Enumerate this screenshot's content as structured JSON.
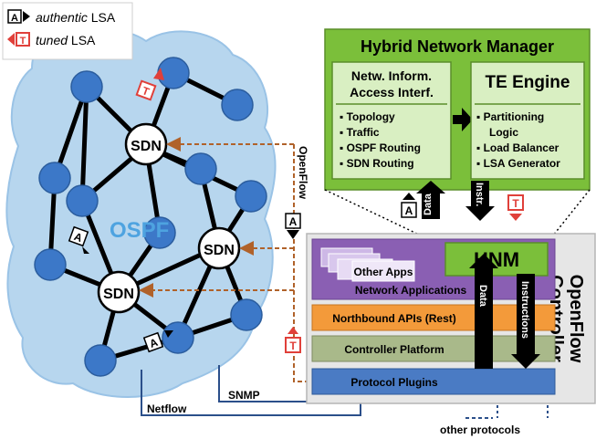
{
  "legend": {
    "authentic_badge": "A",
    "authentic_italic": "authentic",
    "authentic_rest": " LSA",
    "tuned_badge": "T",
    "tuned_italic": "tuned",
    "tuned_rest": " LSA"
  },
  "ospf_label": "OSPF",
  "sdn_node_label": "SDN",
  "hnm_box": {
    "title": "Hybrid Network Manager",
    "niai_title_line1": "Netw. Inform.",
    "niai_title_line2": "Access Interf.",
    "niai_items": [
      "Topology",
      "Traffic",
      "OSPF Routing",
      "SDN Routing"
    ],
    "te_title": "TE Engine",
    "te_items": [
      "Partitioning",
      "Logic",
      "Load Balancer",
      "LSA Generator"
    ]
  },
  "links": {
    "openflow": "OpenFlow",
    "data_up": "Data",
    "instr_down": "Instr.",
    "netflow": "Netflow",
    "snmp": "SNMP",
    "other_protocols": "other protocols"
  },
  "controller": {
    "title_line1": "OpenFlow",
    "title_line2": "Controller",
    "other_apps": "Other Apps",
    "hnm": "HNM",
    "network_applications": "Network Applications",
    "northbound": "Northbound APIs (Rest)",
    "platform": "Controller Platform",
    "plugins": "Protocol Plugins",
    "data": "Data",
    "instructions": "Instructions"
  },
  "colors": {
    "cloud": "#b7d6ee",
    "node": "#3c78c8",
    "hnm_green": "#7bbf3a",
    "inner_green": "#d9efc2",
    "controller_gray": "#cfcfcf",
    "purple": "#8a5fb3",
    "orange": "#f39a3a",
    "platform_green": "#a9b98a",
    "plugin_blue": "#4a7bc4",
    "openflow_brown": "#b0622a",
    "tuned_red": "#e0403a"
  }
}
